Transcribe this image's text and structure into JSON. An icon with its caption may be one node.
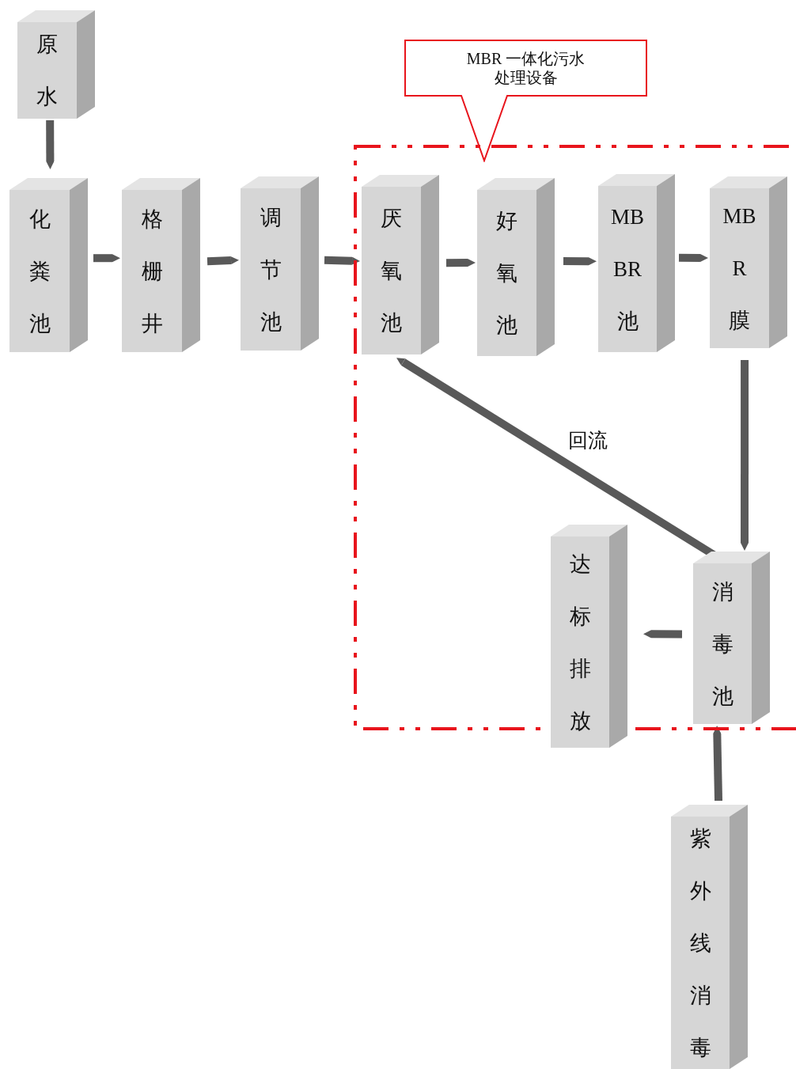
{
  "diagram": {
    "nodes": [
      {
        "text": [
          "原水"
        ]
      },
      {
        "text": [
          "化粪池"
        ]
      },
      {
        "text": [
          "格栅井"
        ]
      },
      {
        "text": [
          "调节池"
        ]
      },
      {
        "text": [
          "MBR 一体化污水处理设备"
        ]
      },
      {
        "text": [],
        "shape": "box"
      },
      {
        "text": [
          "厌氧池"
        ],
        "in": 5
      },
      {
        "text": [
          "好氧池"
        ],
        "in": 5
      },
      {
        "text": [
          "MBBR池"
        ],
        "in": 5
      },
      {
        "text": [
          "MBR膜"
        ],
        "in": 5
      },
      {
        "text": [
          "消毒池"
        ],
        "in": 5
      },
      {
        "text": [
          "达标排放"
        ]
      },
      {
        "text": [
          "紫外线消毒"
        ]
      }
    ],
    "edges": [
      {
        "from": 0,
        "to": 1,
        "arrow": "to"
      },
      {
        "from": 1,
        "to": 2,
        "arrow": "to"
      },
      {
        "from": 2,
        "to": 3,
        "arrow": "to"
      },
      {
        "from": 3,
        "to": 6,
        "arrow": "to"
      },
      {
        "from": 6,
        "to": 7,
        "arrow": "to"
      },
      {
        "from": 7,
        "to": 8,
        "arrow": "to"
      },
      {
        "from": 8,
        "to": 9,
        "arrow": "to"
      },
      {
        "from": 9,
        "to": 10,
        "arrow": "to"
      },
      {
        "from": 10,
        "to": 6,
        "arrow": "to",
        "label": "回流"
      },
      {
        "from": 10,
        "to": 11,
        "arrow": "to"
      },
      {
        "from": 12,
        "to": 10,
        "arrow": "to"
      }
    ]
  }
}
